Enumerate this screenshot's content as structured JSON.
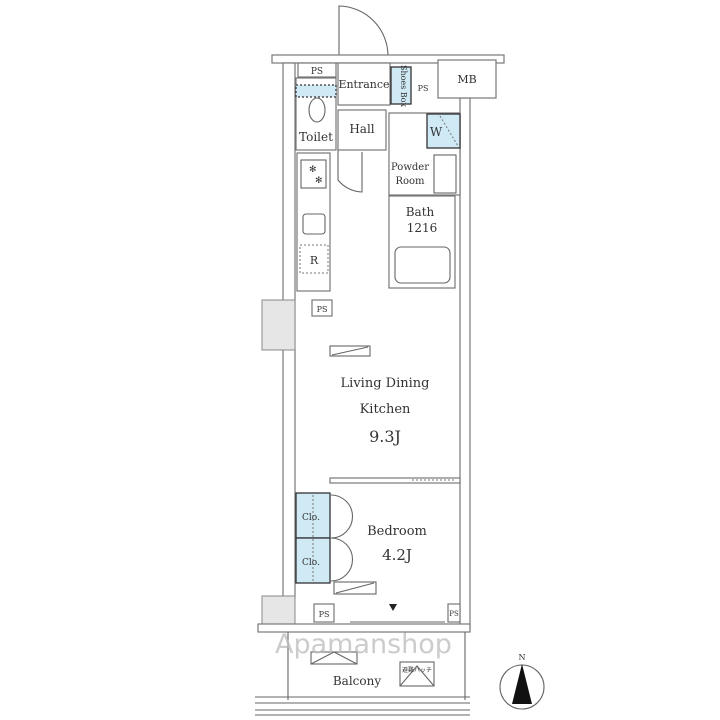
{
  "labels": {
    "ps": "PS",
    "entrance": "Entrance",
    "shoes_box": "Shoes Box",
    "mb": "MB",
    "toilet": "Toilet",
    "hall": "Hall",
    "washer": "W",
    "powder_room_1": "Powder",
    "powder_room_2": "Room",
    "bath": "Bath",
    "bath_size": "1216",
    "refrigerator": "R",
    "ldk_1": "Living Dining",
    "ldk_2": "Kitchen",
    "ldk_size": "9.3J",
    "bedroom": "Bedroom",
    "bedroom_size": "4.2J",
    "closet": "Clo.",
    "balcony": "Balcony",
    "hatch": "避難ハッチ",
    "north": "N"
  },
  "watermark": "Apamanshop",
  "colors": {
    "closet_fill": "#cfe9f5",
    "wall": "#777777"
  }
}
